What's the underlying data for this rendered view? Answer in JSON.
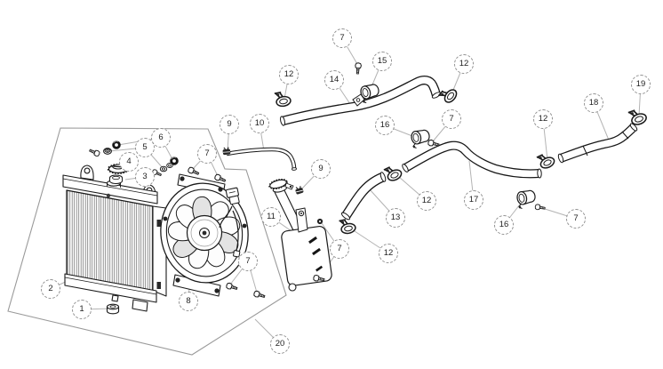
{
  "diagram": {
    "kind": "exploded-parts-diagram",
    "colors": {
      "background": "#ffffff",
      "artwork_line": "#1a1a1a",
      "leader_line": "#b3b3b3",
      "boundary_line": "#9a9a9a",
      "callout_border": "#8f8f8f",
      "callout_text": "#1f1f1f"
    },
    "callouts": [
      {
        "part": "1"
      },
      {
        "part": "2"
      },
      {
        "part": "3"
      },
      {
        "part": "4"
      },
      {
        "part": "5"
      },
      {
        "part": "6"
      },
      {
        "part": "7"
      },
      {
        "part": "7"
      },
      {
        "part": "7"
      },
      {
        "part": "7"
      },
      {
        "part": "7"
      },
      {
        "part": "7"
      },
      {
        "part": "8"
      },
      {
        "part": "9"
      },
      {
        "part": "9"
      },
      {
        "part": "10"
      },
      {
        "part": "11"
      },
      {
        "part": "12"
      },
      {
        "part": "12"
      },
      {
        "part": "12"
      },
      {
        "part": "12"
      },
      {
        "part": "12"
      },
      {
        "part": "13"
      },
      {
        "part": "14"
      },
      {
        "part": "15"
      },
      {
        "part": "16"
      },
      {
        "part": "16"
      },
      {
        "part": "17"
      },
      {
        "part": "18"
      },
      {
        "part": "19"
      },
      {
        "part": "20"
      }
    ]
  }
}
